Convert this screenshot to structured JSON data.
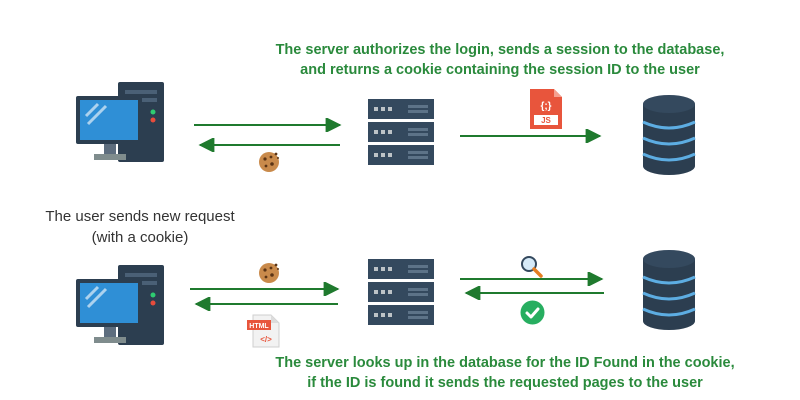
{
  "captions": {
    "top_line1": "The server authorizes the login, sends a session to the database,",
    "top_line2": "and returns a cookie containing the session ID to the user",
    "bottom_line1": "The server looks up in the database for the ID Found in the cookie,",
    "bottom_line2": "if the ID is found it sends the requested pages to the user"
  },
  "note": {
    "line1": "The user sends new request",
    "line2": "(with a cookie)"
  },
  "file_badges": {
    "js_symbol": "{;}",
    "js_label": "JS",
    "html_label": "HTML",
    "html_symbol": "</>"
  },
  "icons": [
    "computer-icon",
    "server-icon",
    "database-icon",
    "cookie-icon",
    "js-file-icon",
    "html-file-icon",
    "search-icon",
    "check-icon"
  ],
  "colors": {
    "caption_green": "#2a8a3c",
    "arrow_green": "#1f7a2e",
    "monitor_blue": "#2f8fd6",
    "server_dark": "#34495e",
    "database_dark": "#2c3e50",
    "database_ring": "#5dade2",
    "js_red": "#e8553c",
    "html_orange": "#e8553c",
    "check_green": "#27ae60"
  }
}
